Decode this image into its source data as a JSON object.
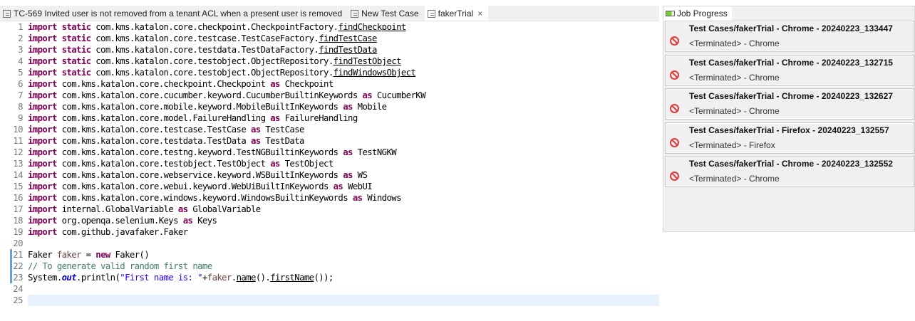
{
  "tabs": [
    {
      "label": "TC-569 Invited user is not removed from a tenant ACL when a present user is removed",
      "active": false
    },
    {
      "label": "New Test Case",
      "active": false
    },
    {
      "label": "fakerTrial",
      "active": true,
      "close": "×"
    }
  ],
  "code": [
    [
      [
        "kw",
        "import static"
      ],
      [
        "p",
        " com.kms.katalon.core.checkpoint.CheckpointFactory."
      ],
      [
        "lnk",
        "findCheckpoint"
      ]
    ],
    [
      [
        "kw",
        "import static"
      ],
      [
        "p",
        " com.kms.katalon.core.testcase.TestCaseFactory."
      ],
      [
        "lnk",
        "findTestCase"
      ]
    ],
    [
      [
        "kw",
        "import static"
      ],
      [
        "p",
        " com.kms.katalon.core.testdata.TestDataFactory."
      ],
      [
        "lnk",
        "findTestData"
      ]
    ],
    [
      [
        "kw",
        "import static"
      ],
      [
        "p",
        " com.kms.katalon.core.testobject.ObjectRepository."
      ],
      [
        "lnk",
        "findTestObject"
      ]
    ],
    [
      [
        "kw",
        "import static"
      ],
      [
        "p",
        " com.kms.katalon.core.testobject.ObjectRepository."
      ],
      [
        "lnk",
        "findWindowsObject"
      ]
    ],
    [
      [
        "kw",
        "import"
      ],
      [
        "p",
        " com.kms.katalon.core.checkpoint.Checkpoint "
      ],
      [
        "kw",
        "as"
      ],
      [
        "p",
        " Checkpoint"
      ]
    ],
    [
      [
        "kw",
        "import"
      ],
      [
        "p",
        " com.kms.katalon.core.cucumber.keyword.CucumberBuiltinKeywords "
      ],
      [
        "kw",
        "as"
      ],
      [
        "p",
        " CucumberKW"
      ]
    ],
    [
      [
        "kw",
        "import"
      ],
      [
        "p",
        " com.kms.katalon.core.mobile.keyword.MobileBuiltInKeywords "
      ],
      [
        "kw",
        "as"
      ],
      [
        "p",
        " Mobile"
      ]
    ],
    [
      [
        "kw",
        "import"
      ],
      [
        "p",
        " com.kms.katalon.core.model.FailureHandling "
      ],
      [
        "kw",
        "as"
      ],
      [
        "p",
        " FailureHandling"
      ]
    ],
    [
      [
        "kw",
        "import"
      ],
      [
        "p",
        " com.kms.katalon.core.testcase.TestCase "
      ],
      [
        "kw",
        "as"
      ],
      [
        "p",
        " TestCase"
      ]
    ],
    [
      [
        "kw",
        "import"
      ],
      [
        "p",
        " com.kms.katalon.core.testdata.TestData "
      ],
      [
        "kw",
        "as"
      ],
      [
        "p",
        " TestData"
      ]
    ],
    [
      [
        "kw",
        "import"
      ],
      [
        "p",
        " com.kms.katalon.core.testng.keyword.TestNGBuiltinKeywords "
      ],
      [
        "kw",
        "as"
      ],
      [
        "p",
        " TestNGKW"
      ]
    ],
    [
      [
        "kw",
        "import"
      ],
      [
        "p",
        " com.kms.katalon.core.testobject.TestObject "
      ],
      [
        "kw",
        "as"
      ],
      [
        "p",
        " TestObject"
      ]
    ],
    [
      [
        "kw",
        "import"
      ],
      [
        "p",
        " com.kms.katalon.core.webservice.keyword.WSBuiltInKeywords "
      ],
      [
        "kw",
        "as"
      ],
      [
        "p",
        " WS"
      ]
    ],
    [
      [
        "kw",
        "import"
      ],
      [
        "p",
        " com.kms.katalon.core.webui.keyword.WebUiBuiltInKeywords "
      ],
      [
        "kw",
        "as"
      ],
      [
        "p",
        " WebUI"
      ]
    ],
    [
      [
        "kw",
        "import"
      ],
      [
        "p",
        " com.kms.katalon.core.windows.keyword.WindowsBuiltinKeywords "
      ],
      [
        "kw",
        "as"
      ],
      [
        "p",
        " Windows"
      ]
    ],
    [
      [
        "kw",
        "import"
      ],
      [
        "p",
        " internal.GlobalVariable "
      ],
      [
        "kw",
        "as"
      ],
      [
        "p",
        " GlobalVariable"
      ]
    ],
    [
      [
        "kw",
        "import"
      ],
      [
        "p",
        " org.openqa.selenium.Keys "
      ],
      [
        "kw",
        "as"
      ],
      [
        "p",
        " Keys"
      ]
    ],
    [
      [
        "kw",
        "import"
      ],
      [
        "p",
        " com.github.javafaker.Faker"
      ]
    ],
    [],
    [
      [
        "p",
        "Faker "
      ],
      [
        "var",
        "faker"
      ],
      [
        "p",
        " = "
      ],
      [
        "kw",
        "new"
      ],
      [
        "p",
        " Faker()"
      ]
    ],
    [
      [
        "cm",
        "// To generate valid random first name"
      ]
    ],
    [
      [
        "p",
        "System."
      ],
      [
        "fld",
        "out"
      ],
      [
        "p",
        ".println("
      ],
      [
        "str",
        "\"First name is: \""
      ],
      [
        "p",
        "+"
      ],
      [
        "var",
        "faker"
      ],
      [
        "p",
        "."
      ],
      [
        "lnk",
        "name"
      ],
      [
        "p",
        "()."
      ],
      [
        "lnk",
        "firstName"
      ],
      [
        "p",
        "());"
      ]
    ],
    [],
    []
  ],
  "job_progress": {
    "title": "Job Progress",
    "jobs": [
      {
        "title": "Test Cases/fakerTrial - Chrome - 20240223_133447",
        "status": "<Terminated> - Chrome"
      },
      {
        "title": "Test Cases/fakerTrial - Chrome - 20240223_132715",
        "status": "<Terminated> - Chrome"
      },
      {
        "title": "Test Cases/fakerTrial - Chrome - 20240223_132627",
        "status": "<Terminated> - Chrome"
      },
      {
        "title": "Test Cases/fakerTrial - Firefox - 20240223_132557",
        "status": "<Terminated> - Firefox"
      },
      {
        "title": "Test Cases/fakerTrial - Chrome - 20240223_132552",
        "status": "<Terminated> - Chrome"
      }
    ]
  }
}
